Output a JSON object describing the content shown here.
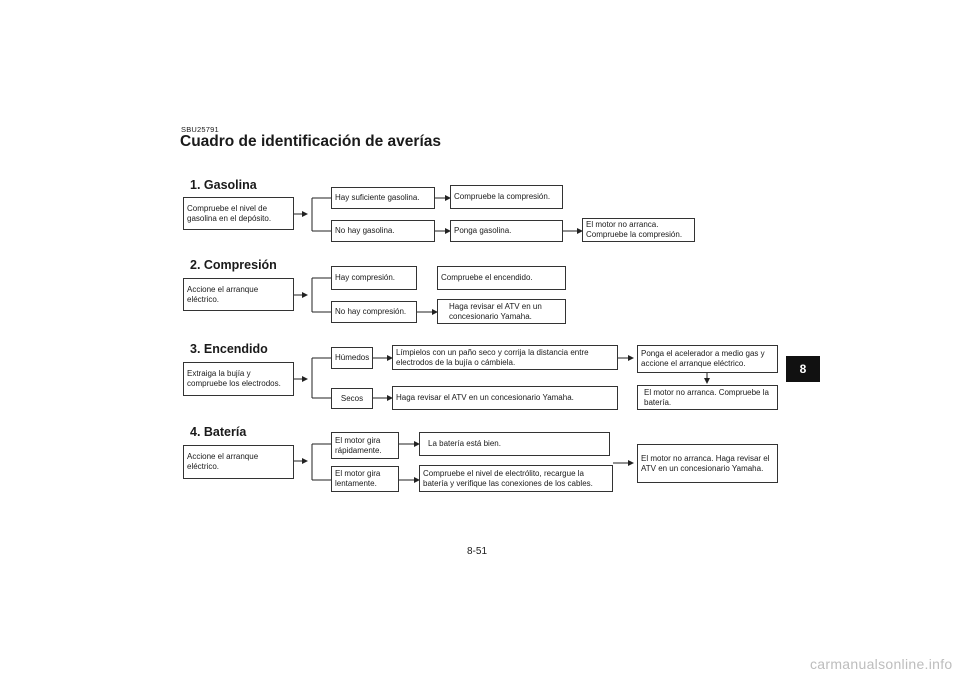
{
  "doc_code": "SBU25791",
  "title": "Cuadro de identificación de averías",
  "chapter_tab": "8",
  "page_number": "8-51",
  "watermark": "carmanualsonline.info",
  "sections": {
    "gasolina": {
      "heading": "1. Gasolina",
      "start": "Compruebe el nivel de gasolina en el depósito.",
      "branch_yes": "Hay suficiente gasolina.",
      "branch_yes_next": "Compruebe la compresión.",
      "branch_no": "No hay gasolina.",
      "branch_no_next": "Ponga gasolina.",
      "branch_no_final": "El motor no arranca. Compruebe la compresión."
    },
    "compresion": {
      "heading": "2. Compresión",
      "start": "Accione el arranque eléctrico.",
      "branch_yes": "Hay compresión.",
      "branch_yes_next": "Compruebe el encendido.",
      "branch_no": "No hay compresión.",
      "branch_no_next": "Haga revisar el ATV en un concesionario Yamaha."
    },
    "encendido": {
      "heading": "3. Encendido",
      "start": "Extraiga la bujía y compruebe los electrodos.",
      "branch_wet": "Húmedos",
      "branch_wet_next": "Límpielos con un paño seco y corrija la distancia entre electrodos de la bujía o cámbiela.",
      "branch_wet_final": "Ponga el acelerador a medio gas y accione el arranque eléctrico.",
      "branch_wet_result": "El motor no arranca. Compruebe la batería.",
      "branch_dry": "Secos",
      "branch_dry_next": "Haga revisar el ATV en un concesionario Yamaha."
    },
    "bateria": {
      "heading": "4. Batería",
      "start": "Accione el arranque eléctrico.",
      "branch_fast": "El motor gira rápidamente.",
      "branch_fast_next": "La batería está bien.",
      "branch_slow": "El motor gira lentamente.",
      "branch_slow_next": "Compruebe el nivel de electrólito, recargue la batería y verifique las conexiones de los cables.",
      "final": "El motor no arranca. Haga revisar el ATV en un concesionario Yamaha."
    }
  }
}
